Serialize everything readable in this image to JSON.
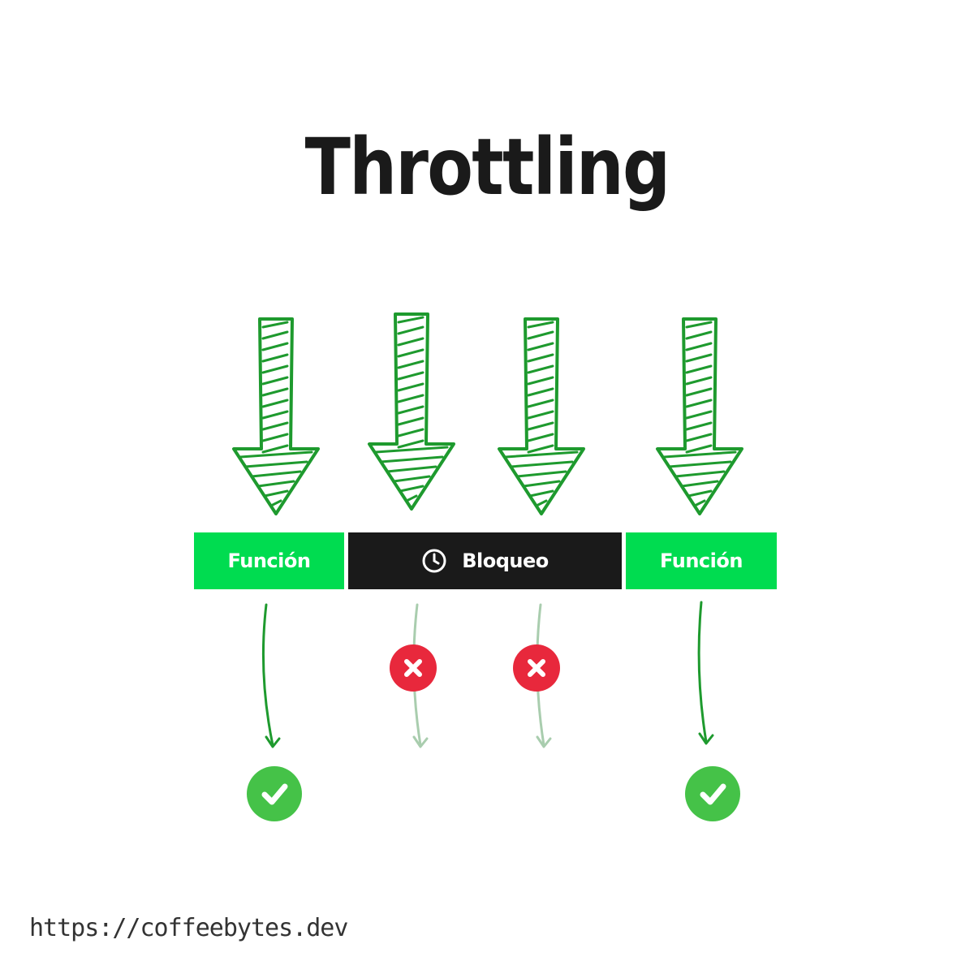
{
  "title": "Throttling",
  "timeline": {
    "segments": [
      {
        "label": "Función",
        "type": "function"
      },
      {
        "label": "Bloqueo",
        "type": "block",
        "icon": "clock-icon"
      },
      {
        "label": "Función",
        "type": "function"
      }
    ]
  },
  "events": [
    {
      "result": "accepted",
      "icon": "check-icon"
    },
    {
      "result": "rejected",
      "icon": "x-icon"
    },
    {
      "result": "rejected",
      "icon": "x-icon"
    },
    {
      "result": "accepted",
      "icon": "check-icon"
    }
  ],
  "colors": {
    "function_bar": "#00dc50",
    "block_bar": "#1a1a1a",
    "arrow_green": "#1e9a2e",
    "arrow_faded": "#a9cdae",
    "reject": "#e8283c",
    "accept": "#45c248"
  },
  "footer": {
    "url": "https://coffeebytes.dev"
  }
}
